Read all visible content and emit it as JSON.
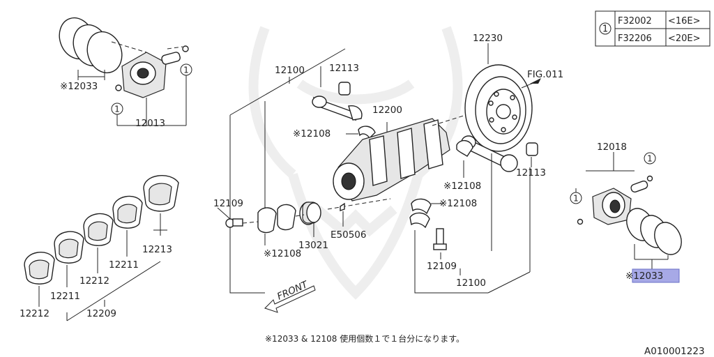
{
  "labels": {
    "fig_ref": "FIG.011",
    "flywheel": "12230",
    "crank_rod_top": "12100",
    "crank_rod_bottom": "12100",
    "rod_bush_top": "12113",
    "rod_bush_right": "12113",
    "crankshaft": "12200",
    "rod_bearing_upper_left": "※12108",
    "rod_bearing_right": "※12108",
    "rod_bearing_lower_center": "※12108",
    "rod_bearing_lower_left": "※12108",
    "bolt_left": "12109",
    "bolt_right": "12109",
    "sprocket": "13021",
    "key": "E50506",
    "ring_set_left": "※12033",
    "piston_left": "12013",
    "piston_right": "12018",
    "ring_set_right": "※12033",
    "main_bearing_12212_a": "12212",
    "main_bearing_12211_a": "12211",
    "main_bearing_12212_b": "12212",
    "main_bearing_12211_b": "12211",
    "main_bearing_12213": "12213",
    "main_bearing_group": "12209",
    "circle_ref": "1",
    "front": "FRONT"
  },
  "legend_table": {
    "marker": "1",
    "rows": [
      {
        "code": "F32002",
        "spec": "<16E>"
      },
      {
        "code": "F32206",
        "spec": "<20E>"
      }
    ]
  },
  "footnote": "※12033 & 12108 使用個数１で１台分になります。",
  "figure_id": "A010001223",
  "colors": {
    "highlight": "#a7a9e6",
    "line": "#222222",
    "watermark": "#eeeeee"
  }
}
